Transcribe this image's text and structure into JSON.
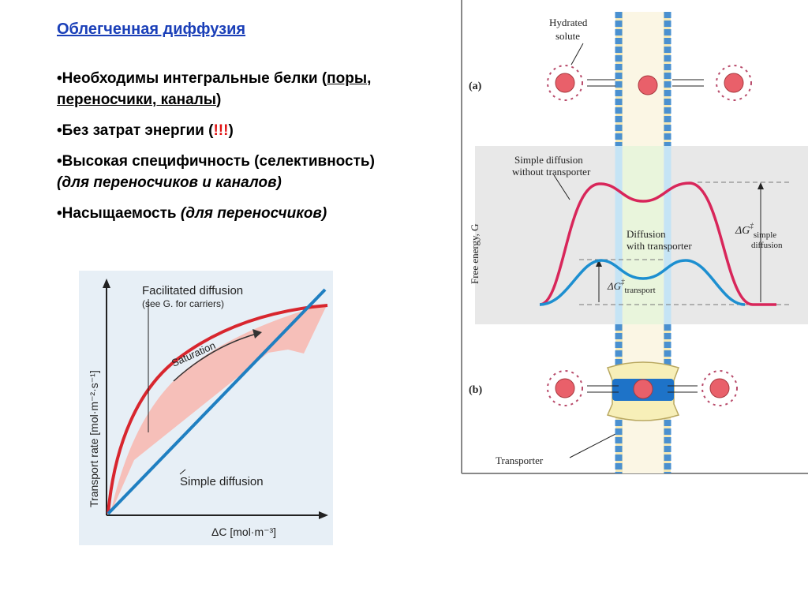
{
  "slide": {
    "title": "Облегченная диффузия",
    "bullets": [
      {
        "marker": "•",
        "text_a": "Необходимы интегральные белки (",
        "underlined": "поры, переносчики, каналы",
        "text_b": ")"
      },
      {
        "marker": "•",
        "text_a": "Без затрат энергии (",
        "highlight": "!!!",
        "text_b": ")"
      },
      {
        "marker": "•",
        "text_a": "Высокая специфичность (селективность) ",
        "italic": "(для переносчиков и каналов)"
      },
      {
        "marker": "•",
        "text_a": "Насыщаемость ",
        "italic": "(для переносчиков)"
      }
    ]
  },
  "left_figure": {
    "facilitated_label_1": "Facilitated diffusion",
    "facilitated_label_2": "(see G. for carriers)",
    "saturation_label": "Saturation",
    "simple_label": "Simple diffusion",
    "y_axis_label": "Transport rate [mol·m⁻²·s⁻¹]",
    "x_axis_label": "ΔC [mol·m⁻³]",
    "colors": {
      "facilitated": "#d8262e",
      "simple": "#1f7fc1",
      "saturation_band": "#f7b9b2",
      "background": "#e7eff6"
    }
  },
  "right_figure": {
    "panel_a": "(a)",
    "panel_b": "(b)",
    "hydrated_solute_1": "Hydrated",
    "hydrated_solute_2": "solute",
    "simple_no_transporter_1": "Simple diffusion",
    "simple_no_transporter_2": "without transporter",
    "with_transporter_1": "Diffusion",
    "with_transporter_2": "with transporter",
    "dg_simple_main": "ΔG",
    "dg_simple_sub": "simple",
    "dg_simple_sub2": "diffusion",
    "dg_transport_main": "ΔG",
    "dg_transport_sub": "transport",
    "dg_sup": "‡",
    "y_axis_label": "Free energy, G",
    "transporter_label": "Transporter",
    "colors": {
      "no_transporter": "#d8265a",
      "with_transporter": "#1d8fd0",
      "membrane_band": "#e9f5dc",
      "panel_background": "#e8e8e8"
    }
  }
}
